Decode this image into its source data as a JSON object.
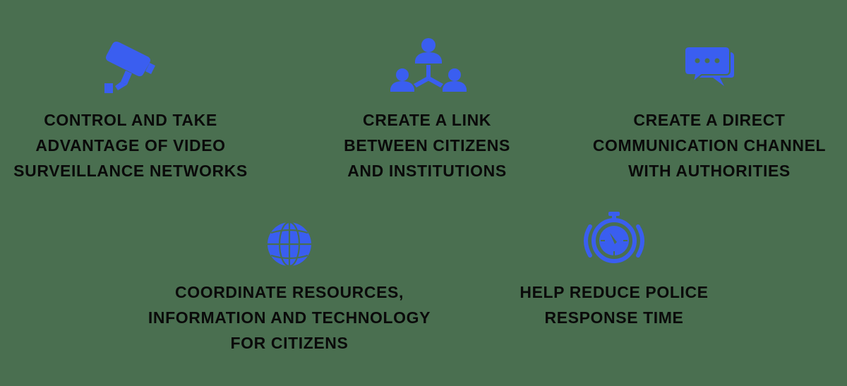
{
  "colors": {
    "background": "#4a6f50",
    "icon": "#3a5ef0",
    "text": "#0a0a0a"
  },
  "features": [
    {
      "icon": "security-camera-icon",
      "lines": [
        "CONTROL AND TAKE",
        "ADVANTAGE OF VIDEO",
        "SURVEILLANCE NETWORKS"
      ]
    },
    {
      "icon": "people-network-icon",
      "lines": [
        "CREATE A LINK",
        "BETWEEN CITIZENS",
        "AND INSTITUTIONS"
      ]
    },
    {
      "icon": "chat-bubbles-icon",
      "lines": [
        "CREATE A DIRECT",
        "COMMUNICATION CHANNEL",
        "WITH AUTHORITIES"
      ]
    },
    {
      "icon": "globe-icon",
      "lines": [
        "COORDINATE RESOURCES,",
        "INFORMATION AND TECHNOLOGY",
        "FOR CITIZENS"
      ]
    },
    {
      "icon": "stopwatch-icon",
      "lines": [
        "HELP REDUCE POLICE",
        "RESPONSE TIME"
      ]
    }
  ]
}
